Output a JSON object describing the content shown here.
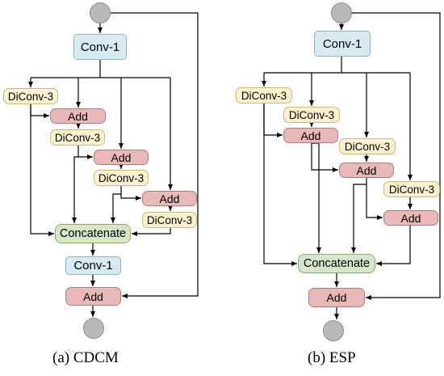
{
  "panels": [
    {
      "caption": "(a) CDCM",
      "conv_top": "Conv-1",
      "diconv": [
        "DiConv-3",
        "DiConv-3",
        "DiConv-3",
        "DiConv-3"
      ],
      "add": [
        "Add",
        "Add",
        "Add"
      ],
      "concat": "Concatenate",
      "conv_bottom": "Conv-1",
      "add_final": "Add"
    },
    {
      "caption": "(b) ESP",
      "conv_top": "Conv-1",
      "diconv": [
        "DiConv-3",
        "DiConv-3",
        "DiConv-3",
        "DiConv-3"
      ],
      "add": [
        "Add",
        "Add",
        "Add"
      ],
      "concat": "Concatenate",
      "add_final": "Add"
    }
  ],
  "colors": {
    "conv": "#d8ebf2",
    "diconv": "#fdf2cf",
    "add": "#e9b9b9",
    "concat": "#d9e5c8",
    "io_circle": "#b9b9b9",
    "line": "#000000"
  }
}
